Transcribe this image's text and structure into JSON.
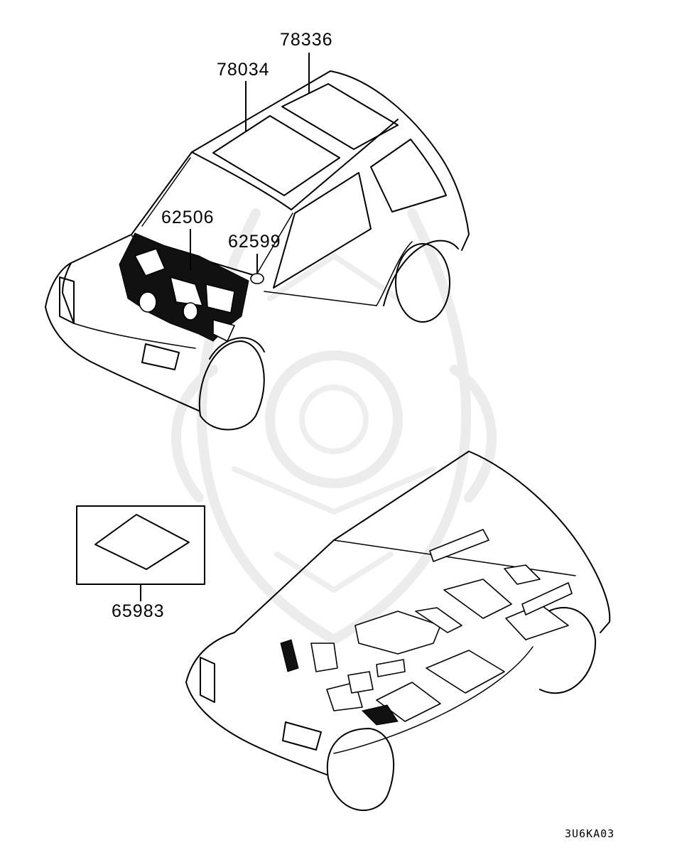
{
  "part_labels": {
    "p78336": "78336",
    "p78034": "78034",
    "p62506": "62506",
    "p62599": "62599",
    "p65983": "65983"
  },
  "drawing_code": "3U6KA03"
}
